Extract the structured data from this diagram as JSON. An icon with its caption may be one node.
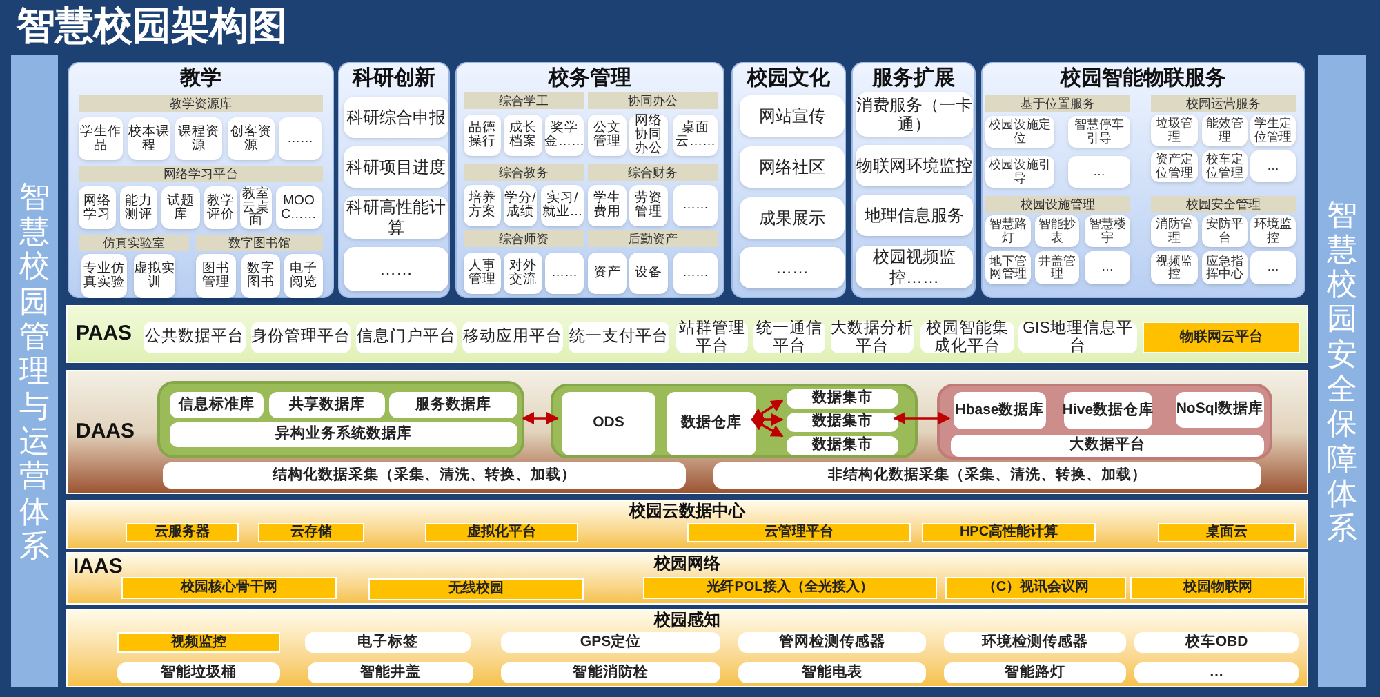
{
  "diagram": {
    "title": "智慧校园架构图",
    "nodes": [
      {
        "text": [
          "智慧校园管理与运营体系"
        ]
      },
      {
        "text": [
          "智慧校园安全保障体系"
        ]
      },
      {
        "text": [
          "教学"
        ]
      },
      {
        "text": [
          "教学资源库"
        ],
        "in": 2
      },
      {
        "text": [
          "学生作品"
        ],
        "in": 2
      },
      {
        "text": [
          "校本课程"
        ],
        "in": 2
      },
      {
        "text": [
          "课程资源"
        ],
        "in": 2
      },
      {
        "text": [
          "创客资源"
        ],
        "in": 2
      },
      {
        "text": [
          "……"
        ],
        "in": 2
      },
      {
        "text": [
          "网络学习平台"
        ],
        "in": 2
      },
      {
        "text": [
          "网络学习"
        ],
        "in": 2
      },
      {
        "text": [
          "能力测评"
        ],
        "in": 2
      },
      {
        "text": [
          "试题库"
        ],
        "in": 2
      },
      {
        "text": [
          "教学评价"
        ],
        "in": 2
      },
      {
        "text": [
          "教室云桌面"
        ],
        "in": 2
      },
      {
        "text": [
          "MOOC……"
        ],
        "in": 2
      },
      {
        "text": [
          "仿真实验室"
        ],
        "in": 2
      },
      {
        "text": [
          "数字图书馆"
        ],
        "in": 2
      },
      {
        "text": [
          "专业仿真实验"
        ],
        "in": 2
      },
      {
        "text": [
          "虚拟实训"
        ],
        "in": 2
      },
      {
        "text": [
          "图书管理"
        ],
        "in": 2
      },
      {
        "text": [
          "数字图书"
        ],
        "in": 2
      },
      {
        "text": [
          "电子阅览"
        ],
        "in": 2
      },
      {
        "text": [
          "科研创新"
        ]
      },
      {
        "text": [
          "科研综合申报"
        ],
        "in": 23
      },
      {
        "text": [
          "科研项目进度"
        ],
        "in": 23
      },
      {
        "text": [
          "科研高性能计算"
        ],
        "in": 23
      },
      {
        "text": [
          "……"
        ],
        "in": 23
      },
      {
        "text": [
          "校务管理"
        ]
      },
      {
        "text": [
          "综合学工"
        ],
        "in": 28
      },
      {
        "text": [
          "协同办公"
        ],
        "in": 28
      },
      {
        "text": [
          "品德操行"
        ],
        "in": 28
      },
      {
        "text": [
          "成长档案"
        ],
        "in": 28
      },
      {
        "text": [
          "奖学金……"
        ],
        "in": 28
      },
      {
        "text": [
          "公文管理"
        ],
        "in": 28
      },
      {
        "text": [
          "网络协同办公"
        ],
        "in": 28
      },
      {
        "text": [
          "桌面云……"
        ],
        "in": 28
      },
      {
        "text": [
          "综合教务"
        ],
        "in": 28
      },
      {
        "text": [
          "综合财务"
        ],
        "in": 28
      },
      {
        "text": [
          "培养方案"
        ],
        "in": 28
      },
      {
        "text": [
          "学分/成绩"
        ],
        "in": 28
      },
      {
        "text": [
          "实习/就业…"
        ],
        "in": 28
      },
      {
        "text": [
          "学生费用"
        ],
        "in": 28
      },
      {
        "text": [
          "劳资管理"
        ],
        "in": 28
      },
      {
        "text": [
          "……"
        ],
        "in": 28
      },
      {
        "text": [
          "综合师资"
        ],
        "in": 28
      },
      {
        "text": [
          "后勤资产"
        ],
        "in": 28
      },
      {
        "text": [
          "人事管理"
        ],
        "in": 28
      },
      {
        "text": [
          "对外交流"
        ],
        "in": 28
      },
      {
        "text": [
          "……"
        ],
        "in": 28
      },
      {
        "text": [
          "资产"
        ],
        "in": 28
      },
      {
        "text": [
          "设备"
        ],
        "in": 28
      },
      {
        "text": [
          "……"
        ],
        "in": 28
      },
      {
        "text": [
          "校园文化"
        ]
      },
      {
        "text": [
          "网站宣传"
        ],
        "in": 53
      },
      {
        "text": [
          "网络社区"
        ],
        "in": 53
      },
      {
        "text": [
          "成果展示"
        ],
        "in": 53
      },
      {
        "text": [
          "……"
        ],
        "in": 53
      },
      {
        "text": [
          "服务扩展"
        ]
      },
      {
        "text": [
          "消费服务（一卡通）"
        ],
        "in": 58
      },
      {
        "text": [
          "物联网环境监控"
        ],
        "in": 58
      },
      {
        "text": [
          "地理信息服务"
        ],
        "in": 58
      },
      {
        "text": [
          "校园视频监控……"
        ],
        "in": 58
      },
      {
        "text": [
          "校园智能物联服务"
        ]
      },
      {
        "text": [
          "基于位置服务"
        ],
        "in": 63
      },
      {
        "text": [
          "校园运营服务"
        ],
        "in": 63
      },
      {
        "text": [
          "校园设施定位"
        ],
        "in": 63
      },
      {
        "text": [
          "智慧停车引导"
        ],
        "in": 63
      },
      {
        "text": [
          "校园设施引导"
        ],
        "in": 63
      },
      {
        "text": [
          "…"
        ],
        "in": 63
      },
      {
        "text": [
          "垃圾管理"
        ],
        "in": 63
      },
      {
        "text": [
          "能效管理"
        ],
        "in": 63
      },
      {
        "text": [
          "学生定位管理"
        ],
        "in": 63
      },
      {
        "text": [
          "资产定位管理"
        ],
        "in": 63
      },
      {
        "text": [
          "校车定位管理"
        ],
        "in": 63
      },
      {
        "text": [
          "…"
        ],
        "in": 63
      },
      {
        "text": [
          "校园设施管理"
        ],
        "in": 63
      },
      {
        "text": [
          "校园安全管理"
        ],
        "in": 63
      },
      {
        "text": [
          "智慧路灯"
        ],
        "in": 63
      },
      {
        "text": [
          "智能抄表"
        ],
        "in": 63
      },
      {
        "text": [
          "智慧楼宇"
        ],
        "in": 63
      },
      {
        "text": [
          "地下管网管理"
        ],
        "in": 63
      },
      {
        "text": [
          "井盖管理"
        ],
        "in": 63
      },
      {
        "text": [
          "…"
        ],
        "in": 63
      },
      {
        "text": [
          "消防管理"
        ],
        "in": 63
      },
      {
        "text": [
          "安防平台"
        ],
        "in": 63
      },
      {
        "text": [
          "环境监控"
        ],
        "in": 63
      },
      {
        "text": [
          "视频监控"
        ],
        "in": 63
      },
      {
        "text": [
          "应急指挥中心"
        ],
        "in": 63
      },
      {
        "text": [
          "…"
        ],
        "in": 63
      },
      {
        "text": [
          "PAAS"
        ]
      },
      {
        "text": [
          "公共数据平台"
        ],
        "in": 90
      },
      {
        "text": [
          "身份管理平台"
        ],
        "in": 90
      },
      {
        "text": [
          "信息门户平台"
        ],
        "in": 90
      },
      {
        "text": [
          "移动应用平台"
        ],
        "in": 90
      },
      {
        "text": [
          "统一支付平台"
        ],
        "in": 90
      },
      {
        "text": [
          "站群管理平台"
        ],
        "in": 90
      },
      {
        "text": [
          "统一通信平台"
        ],
        "in": 90
      },
      {
        "text": [
          "大数据分析平台"
        ],
        "in": 90
      },
      {
        "text": [
          "校园智能集成化平台"
        ],
        "in": 90
      },
      {
        "text": [
          "GIS地理信息平台"
        ],
        "in": 90
      },
      {
        "text": [
          "物联网云平台"
        ],
        "in": 90
      },
      {
        "text": [
          "DAAS"
        ]
      },
      {
        "text": [],
        "shape": "box",
        "in": 102
      },
      {
        "text": [
          "信息标准库"
        ],
        "in": 103
      },
      {
        "text": [
          "共享数据库"
        ],
        "in": 103
      },
      {
        "text": [
          "服务数据库"
        ],
        "in": 103
      },
      {
        "text": [
          "异构业务系统数据库"
        ],
        "in": 103
      },
      {
        "text": [],
        "shape": "box",
        "in": 102
      },
      {
        "text": [
          "ODS"
        ],
        "in": 108
      },
      {
        "text": [
          "数据仓库"
        ],
        "in": 108
      },
      {
        "text": [
          "数据集市"
        ],
        "in": 108
      },
      {
        "text": [
          "数据集市"
        ],
        "in": 108
      },
      {
        "text": [
          "数据集市"
        ],
        "in": 108
      },
      {
        "text": [],
        "shape": "box",
        "in": 102
      },
      {
        "text": [
          "Hbase数据库"
        ],
        "in": 114
      },
      {
        "text": [
          "Hive数据仓库"
        ],
        "in": 114
      },
      {
        "text": [
          "NoSql数据库"
        ],
        "in": 114
      },
      {
        "text": [
          "大数据平台"
        ],
        "in": 114
      },
      {
        "text": [
          "结构化数据采集（采集、清洗、转换、加载）"
        ],
        "in": 102
      },
      {
        "text": [
          "非结构化数据采集（采集、清洗、转换、加载）"
        ],
        "in": 102
      },
      {
        "text": [
          "校园云数据中心"
        ]
      },
      {
        "text": [
          "云服务器"
        ],
        "in": 121
      },
      {
        "text": [
          "云存储"
        ],
        "in": 121
      },
      {
        "text": [
          "虚拟化平台"
        ],
        "in": 121
      },
      {
        "text": [
          "云管理平台"
        ],
        "in": 121
      },
      {
        "text": [
          "HPC高性能计算"
        ],
        "in": 121
      },
      {
        "text": [
          "桌面云"
        ],
        "in": 121
      },
      {
        "text": [
          "IAAS",
          "校园网络"
        ]
      },
      {
        "text": [
          "校园核心骨干网"
        ],
        "in": 128
      },
      {
        "text": [
          "无线校园"
        ],
        "in": 128
      },
      {
        "text": [
          "光纤POL接入（全光接入）"
        ],
        "in": 128
      },
      {
        "text": [
          "（C）视讯会议网"
        ],
        "in": 128
      },
      {
        "text": [
          "校园物联网"
        ],
        "in": 128
      },
      {
        "text": [
          "校园感知"
        ]
      },
      {
        "text": [
          "视频监控"
        ],
        "in": 134
      },
      {
        "text": [
          "电子标签"
        ],
        "in": 134
      },
      {
        "text": [
          "GPS定位"
        ],
        "in": 134
      },
      {
        "text": [
          "管网检测传感器"
        ],
        "in": 134
      },
      {
        "text": [
          "环境检测传感器"
        ],
        "in": 134
      },
      {
        "text": [
          "校车OBD"
        ],
        "in": 134
      },
      {
        "text": [
          "智能垃圾桶"
        ],
        "in": 134
      },
      {
        "text": [
          "智能井盖"
        ],
        "in": 134
      },
      {
        "text": [
          "智能消防栓"
        ],
        "in": 134
      },
      {
        "text": [
          "智能电表"
        ],
        "in": 134
      },
      {
        "text": [
          "智能路灯"
        ],
        "in": 134
      },
      {
        "text": [
          "…"
        ],
        "in": 134
      }
    ],
    "edges": [
      {
        "from": 103,
        "to": 109,
        "arrow": "both"
      },
      {
        "from": 110,
        "to": 111,
        "arrow": "both"
      },
      {
        "from": 110,
        "to": 112,
        "arrow": "both"
      },
      {
        "from": 110,
        "to": 113,
        "arrow": "both"
      },
      {
        "from": 112,
        "to": 115,
        "arrow": "both"
      }
    ]
  }
}
